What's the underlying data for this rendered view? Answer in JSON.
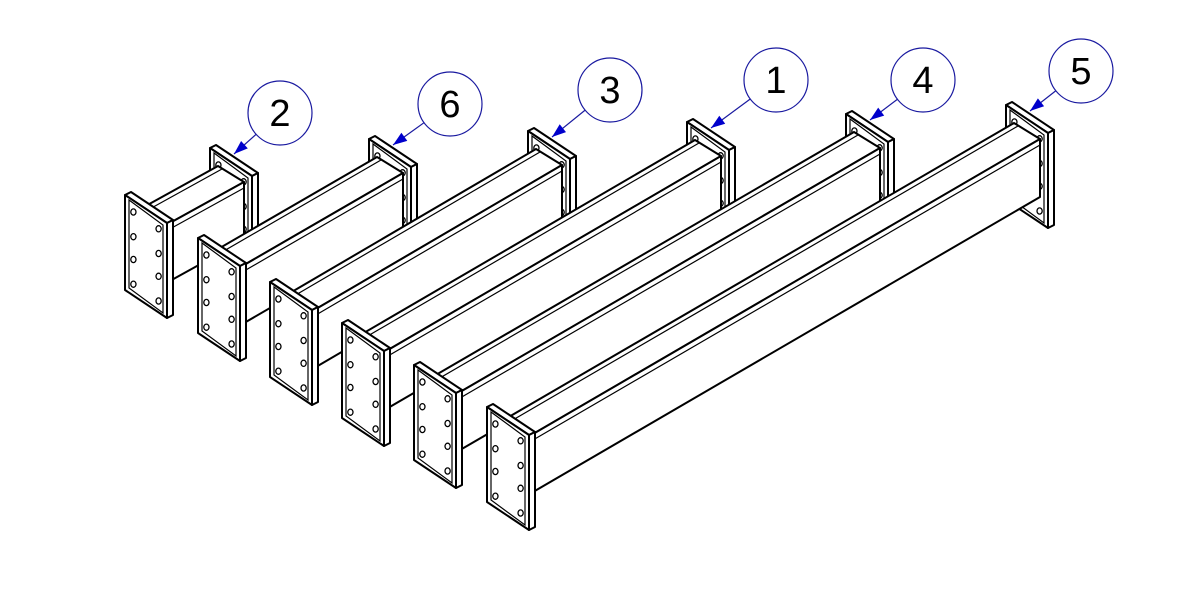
{
  "drawing": {
    "colors": {
      "line": "#000000",
      "background": "#ffffff",
      "balloon": "#1a1aa0",
      "arrowhead": "#0000cc"
    },
    "beams": [
      {
        "balloon": "2"
      },
      {
        "balloon": "6"
      },
      {
        "balloon": "3"
      },
      {
        "balloon": "1"
      },
      {
        "balloon": "4"
      },
      {
        "balloon": "5"
      }
    ]
  }
}
